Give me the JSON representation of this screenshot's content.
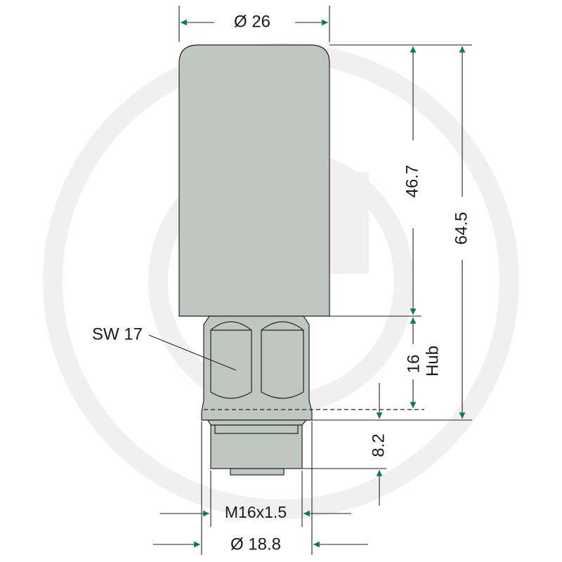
{
  "dimensions": {
    "top_diameter": "Ø 26",
    "bottom_diameter": "Ø 18.8",
    "thread": "M16x1.5",
    "body_height": "46.7",
    "total_height": "64.5",
    "thread_length": "8.2",
    "stroke_value": "16",
    "stroke_label": "Hub",
    "wrench_size": "SW 17"
  },
  "colors": {
    "arrow": "#0a7a55",
    "body": "#bfc7c3",
    "outline": "#222222",
    "watermark": "#f0f0f0"
  }
}
